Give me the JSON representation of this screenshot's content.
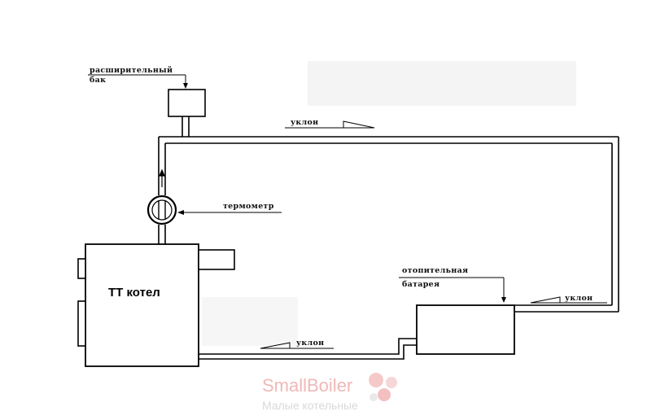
{
  "labels": {
    "expansion_tank": [
      "расширительный",
      "бак"
    ],
    "thermometer": "термометр",
    "slope_top": "уклон",
    "slope_right": "уклон",
    "slope_bottom": "уклон",
    "radiator": [
      "отопительная",
      "батарея"
    ],
    "boiler": "ТТ котел"
  },
  "watermark": {
    "brand": "SmallBoiler",
    "tagline": "Малые котельные"
  },
  "colors": {
    "line": "#000000",
    "pale_block": "#f3f3f3",
    "watermark_red": "#f0b8b8",
    "watermark_grey": "#d9d9d9"
  }
}
